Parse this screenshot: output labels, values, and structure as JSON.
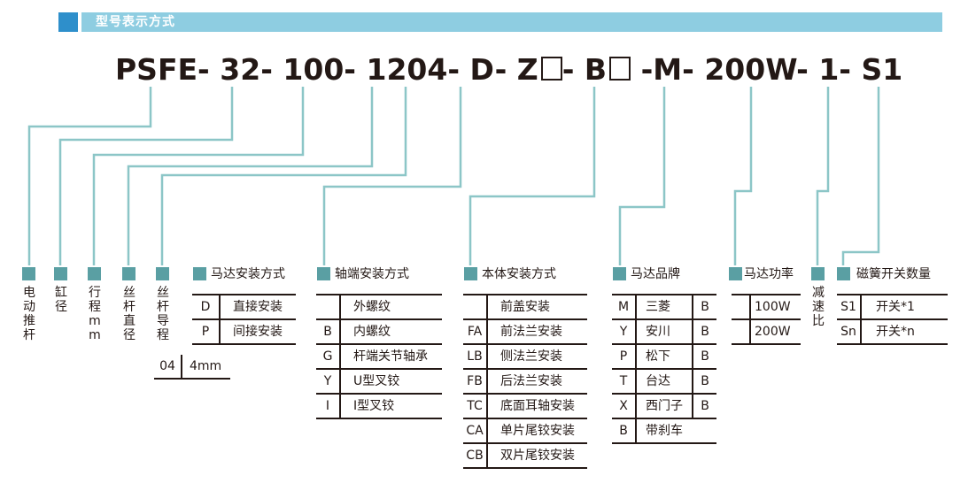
{
  "header": {
    "title": "型号表示方式"
  },
  "code_parts": [
    "PSFE",
    "-",
    "32",
    "-",
    "100",
    "-",
    "1204",
    "-",
    "D",
    "-",
    "Z",
    "-",
    "B",
    "-",
    "M",
    "-",
    "200W",
    "-",
    "1",
    "-",
    "S1"
  ],
  "labels": {
    "electric_pusher": "电动推杆",
    "bore": "缸径",
    "stroke": "行程mm",
    "screw_dia": "丝杆直径",
    "screw_lead": "丝杆导程"
  },
  "motor_mount": {
    "title": "马达安装方式",
    "rows": [
      {
        "key": "D",
        "value": "直接安装"
      },
      {
        "key": "P",
        "value": "间接安装"
      }
    ]
  },
  "lead_table": {
    "rows": [
      {
        "key": "04",
        "value": "4mm"
      }
    ]
  },
  "shaft_mount": {
    "title": "轴端安装方式",
    "rows": [
      {
        "key": "",
        "value": "外螺纹"
      },
      {
        "key": "B",
        "value": "内螺纹"
      },
      {
        "key": "G",
        "value": "杆端关节轴承"
      },
      {
        "key": "Y",
        "value": "U型叉铰"
      },
      {
        "key": "I",
        "value": "I型叉铰"
      }
    ]
  },
  "body_mount": {
    "title": "本体安装方式",
    "rows": [
      {
        "key": "",
        "value": "前盖安装"
      },
      {
        "key": "FA",
        "value": "前法兰安装"
      },
      {
        "key": "LB",
        "value": "侧法兰安装"
      },
      {
        "key": "FB",
        "value": "后法兰安装"
      },
      {
        "key": "TC",
        "value": "底面耳轴安装"
      },
      {
        "key": "CA",
        "value": "单片尾铰安装"
      },
      {
        "key": "CB",
        "value": "双片尾铰安装"
      }
    ]
  },
  "motor_brand": {
    "title": "马达品牌",
    "rows": [
      {
        "key": "M",
        "value": "三菱",
        "brake": "B"
      },
      {
        "key": "Y",
        "value": "安川",
        "brake": "B"
      },
      {
        "key": "P",
        "value": "松下",
        "brake": "B"
      },
      {
        "key": "T",
        "value": "台达",
        "brake": "B"
      },
      {
        "key": "X",
        "value": "西门子",
        "brake": "B"
      },
      {
        "key": "B",
        "value": "带刹车",
        "brake": ""
      }
    ]
  },
  "motor_power": {
    "title": "马达功率",
    "rows": [
      {
        "value": "100W"
      },
      {
        "value": "200W"
      }
    ]
  },
  "reducer": {
    "label": "减速比"
  },
  "magnetic_switch": {
    "title": "磁簧开关数量",
    "rows": [
      {
        "key": "S1",
        "value": "开关*1"
      },
      {
        "key": "Sn",
        "value": "开关*n"
      }
    ]
  },
  "colors": {
    "header_bar": "#8ecde1",
    "header_square": "#2e8fcb",
    "lines": "#8cc6c7",
    "markers": "#5a9fa3"
  }
}
